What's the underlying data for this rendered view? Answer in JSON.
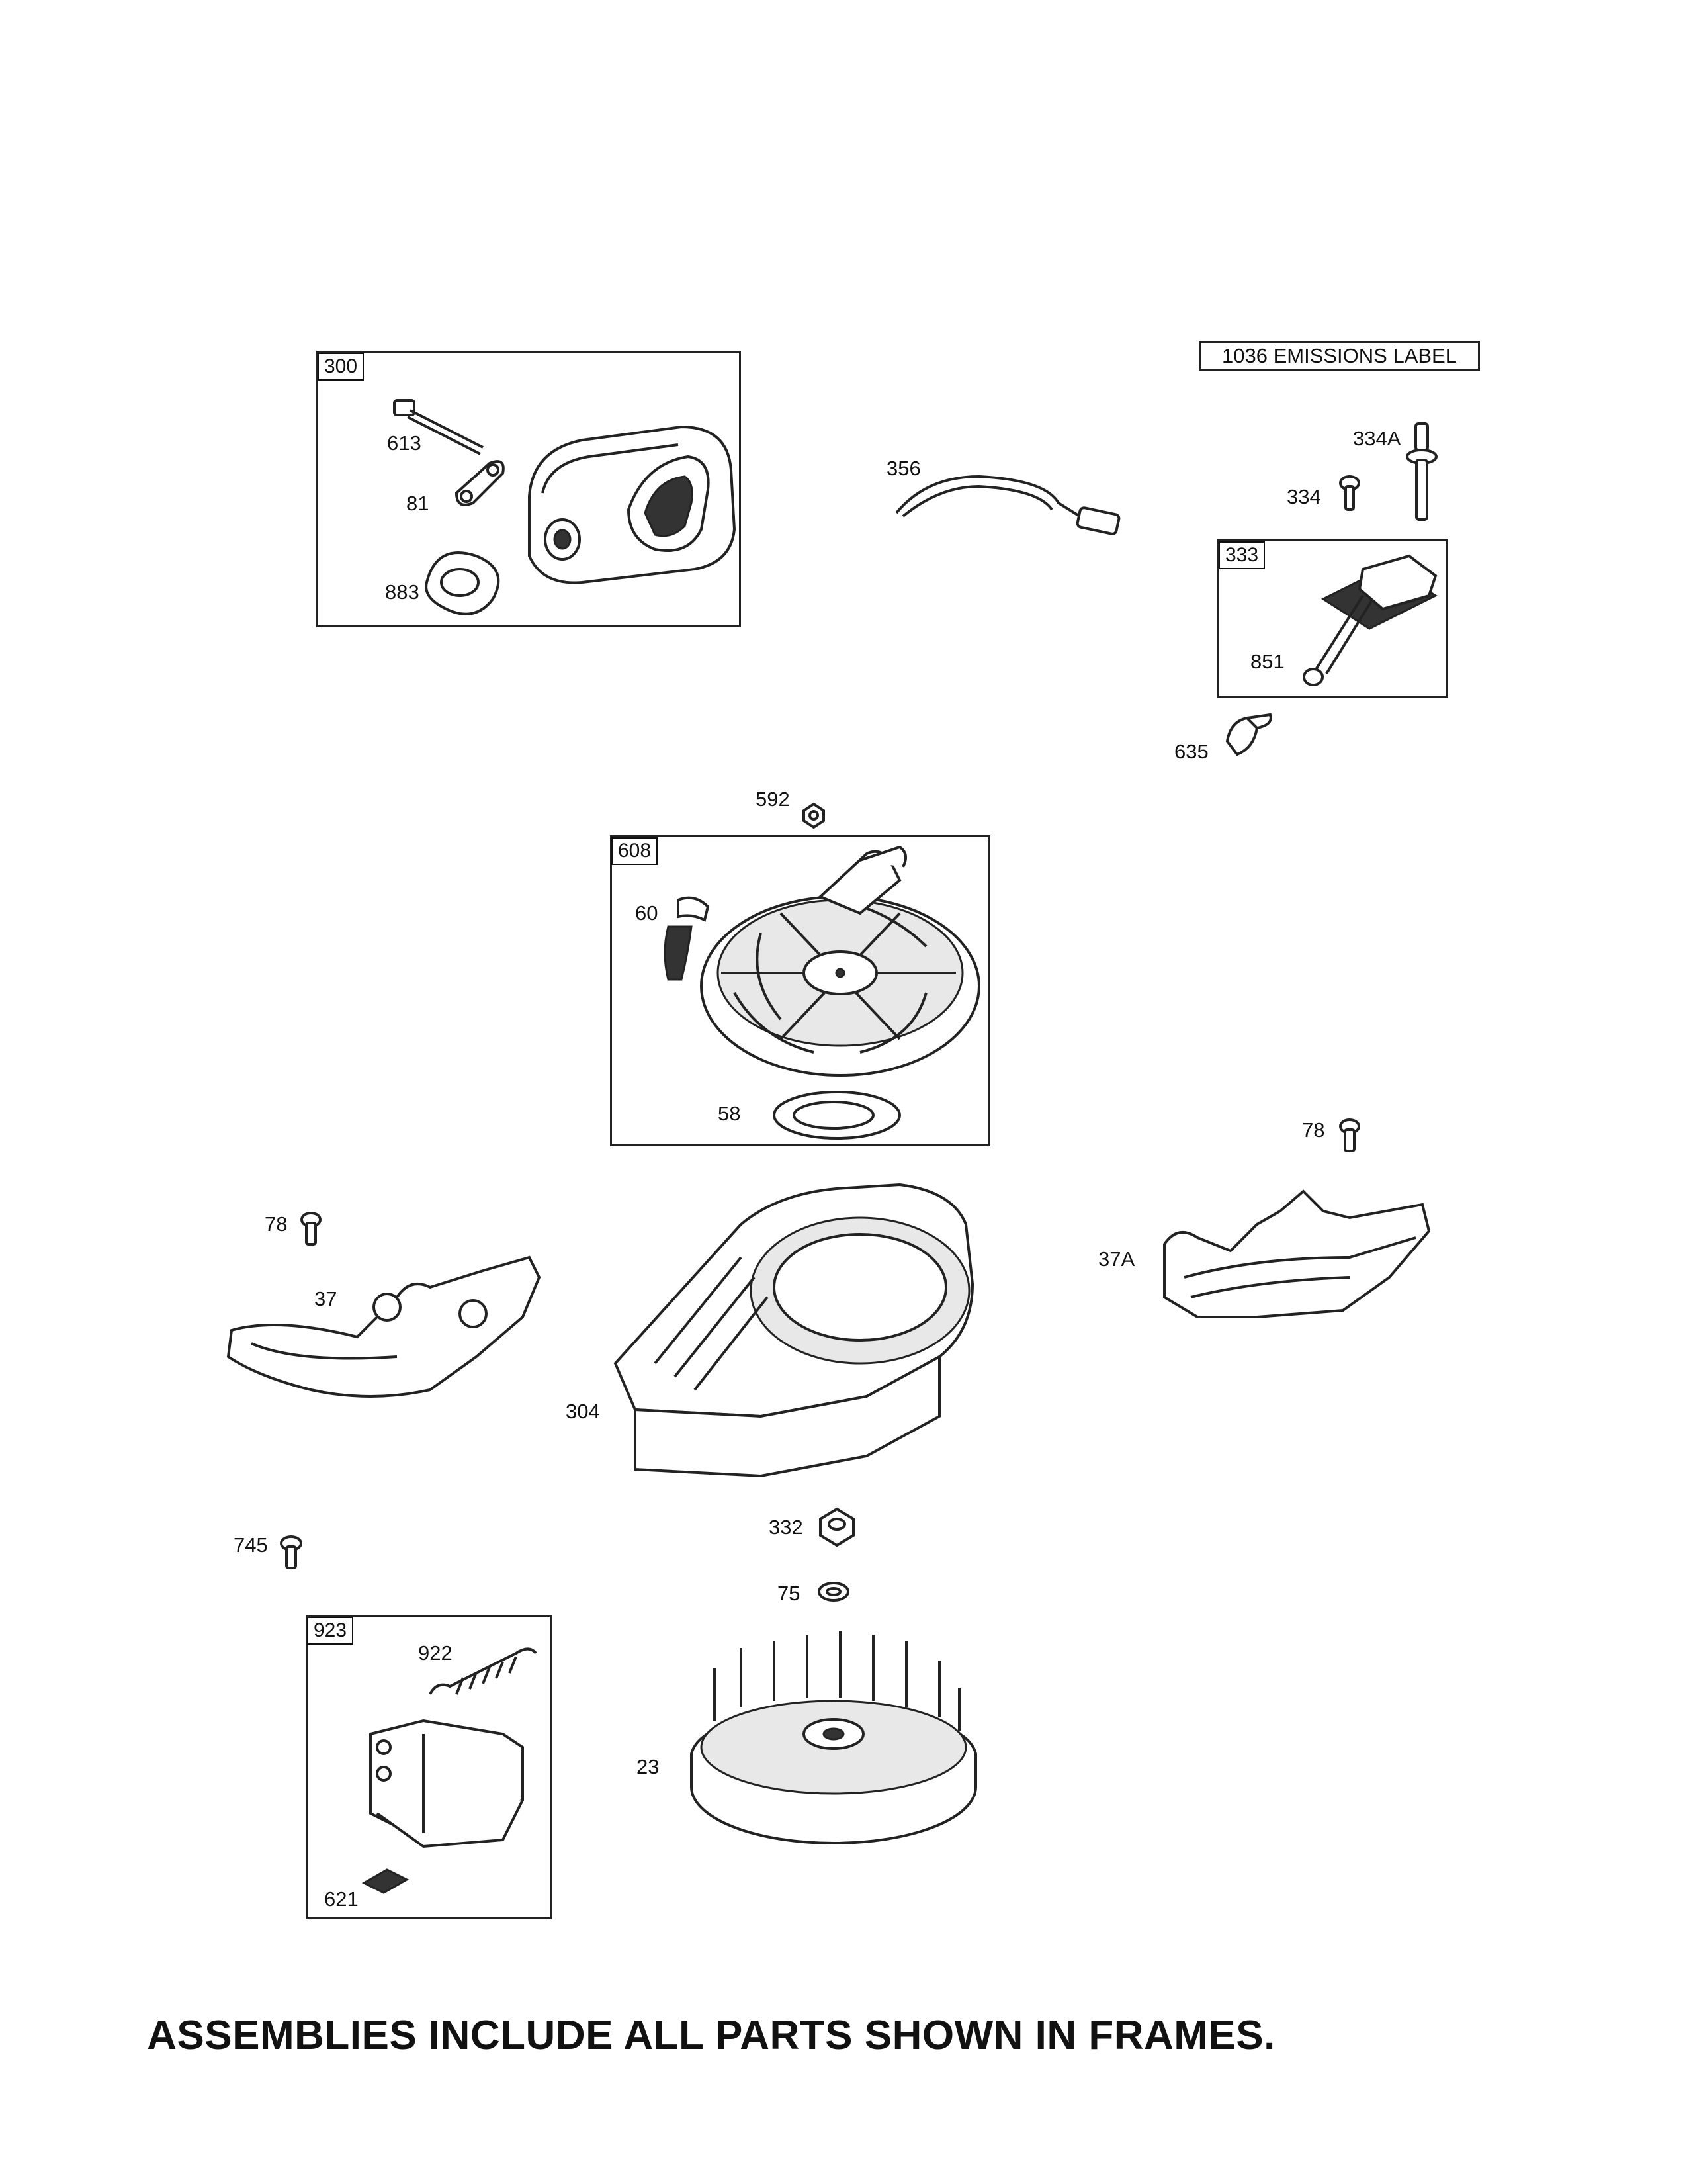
{
  "assemblies": [
    {
      "id": "air-cleaner-assembly",
      "tag": "300"
    },
    {
      "id": "ignition-module-assembly",
      "tag": "333"
    },
    {
      "id": "rewind-starter-assembly",
      "tag": "608"
    },
    {
      "id": "governor-bracket-assembly",
      "tag": "923"
    }
  ],
  "emissions_label": "1036 EMISSIONS LABEL",
  "callouts": [
    {
      "id": "613",
      "text": "613"
    },
    {
      "id": "81",
      "text": "81"
    },
    {
      "id": "883",
      "text": "883"
    },
    {
      "id": "356",
      "text": "356"
    },
    {
      "id": "334A",
      "text": "334A"
    },
    {
      "id": "334",
      "text": "334"
    },
    {
      "id": "851",
      "text": "851"
    },
    {
      "id": "635",
      "text": "635"
    },
    {
      "id": "592",
      "text": "592"
    },
    {
      "id": "60",
      "text": "60"
    },
    {
      "id": "58",
      "text": "58"
    },
    {
      "id": "78-left",
      "text": "78"
    },
    {
      "id": "78-right",
      "text": "78"
    },
    {
      "id": "37",
      "text": "37"
    },
    {
      "id": "37A",
      "text": "37A"
    },
    {
      "id": "304",
      "text": "304"
    },
    {
      "id": "745",
      "text": "745"
    },
    {
      "id": "332",
      "text": "332"
    },
    {
      "id": "75",
      "text": "75"
    },
    {
      "id": "922",
      "text": "922"
    },
    {
      "id": "23",
      "text": "23"
    },
    {
      "id": "621",
      "text": "621"
    }
  ],
  "footer": "ASSEMBLIES INCLUDE ALL PARTS SHOWN IN FRAMES."
}
